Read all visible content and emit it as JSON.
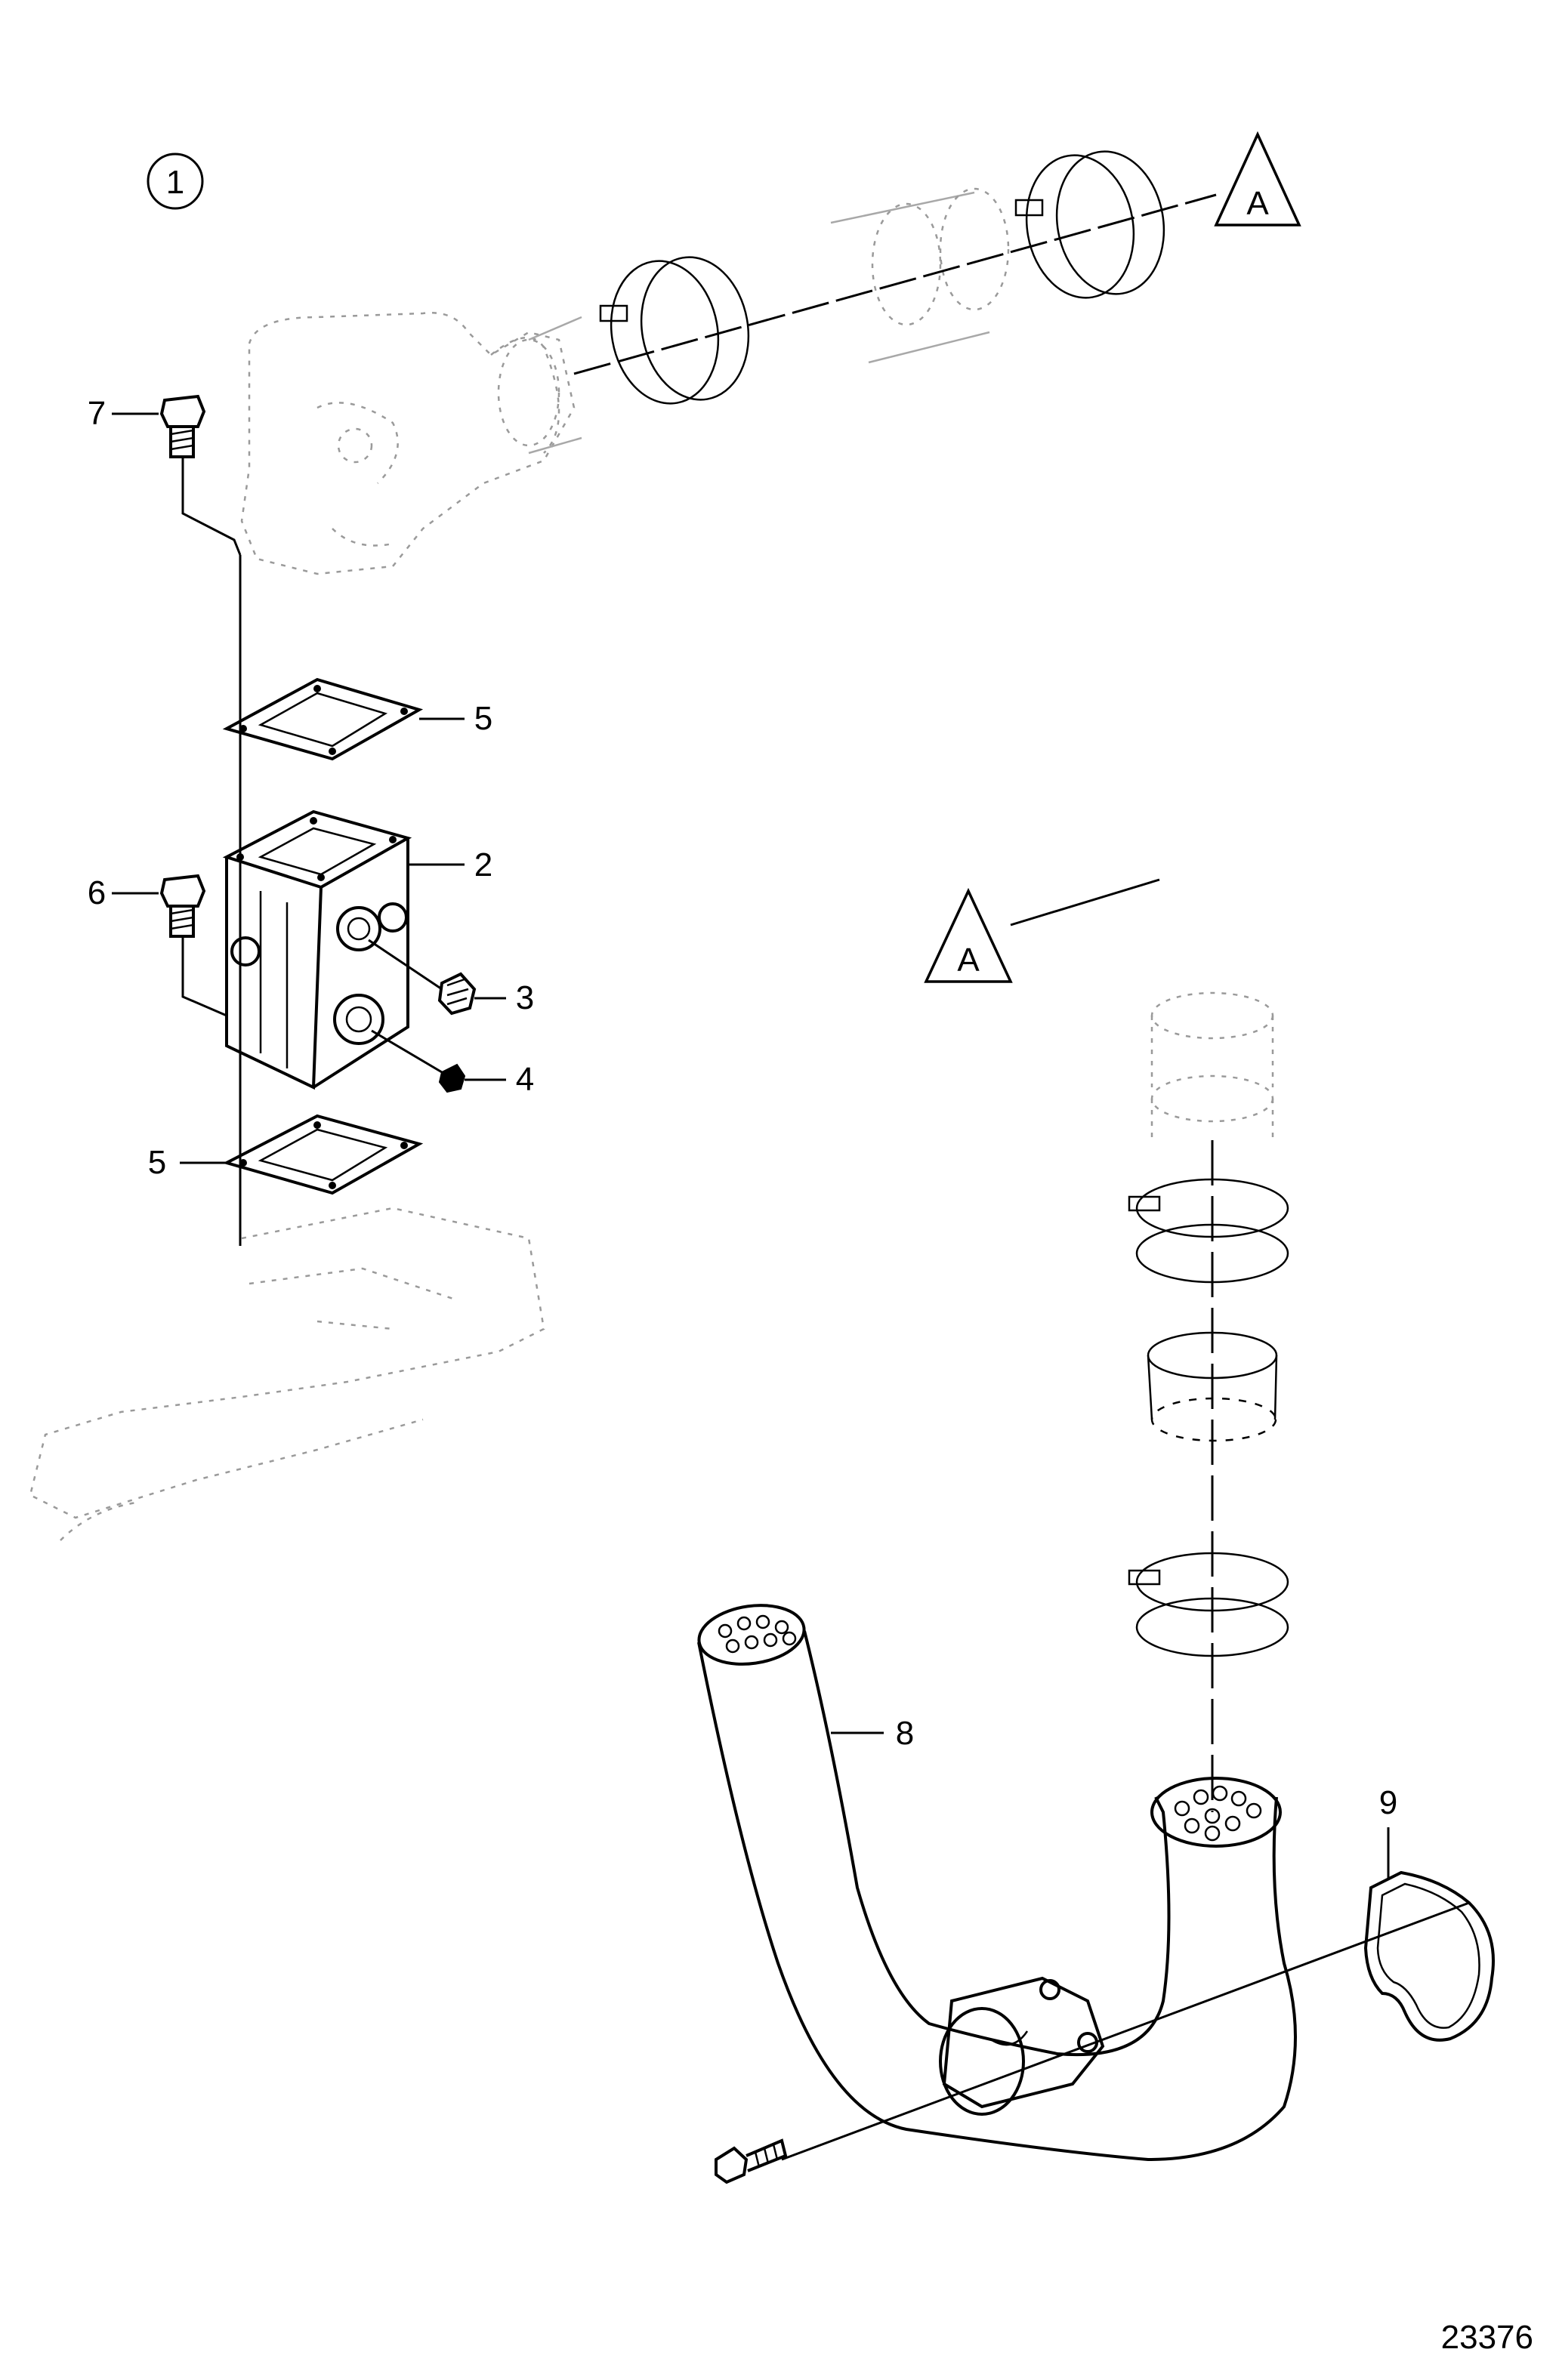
{
  "figure_number": "23376",
  "view_marker": "1",
  "connection_marker": "A",
  "callouts": {
    "c2": "2",
    "c3": "3",
    "c4": "4",
    "c5_upper": "5",
    "c5_lower": "5",
    "c6": "6",
    "c7": "7",
    "c8": "8",
    "c9": "9"
  },
  "parts": [
    {
      "id": "2",
      "name": "exhaust-elbow-adapter"
    },
    {
      "id": "3",
      "name": "plug"
    },
    {
      "id": "4",
      "name": "plug"
    },
    {
      "id": "5",
      "name": "gasket"
    },
    {
      "id": "6",
      "name": "flange-screw"
    },
    {
      "id": "7",
      "name": "flange-screw"
    },
    {
      "id": "8",
      "name": "exhaust-riser-pipe"
    },
    {
      "id": "9",
      "name": "gasket"
    }
  ]
}
